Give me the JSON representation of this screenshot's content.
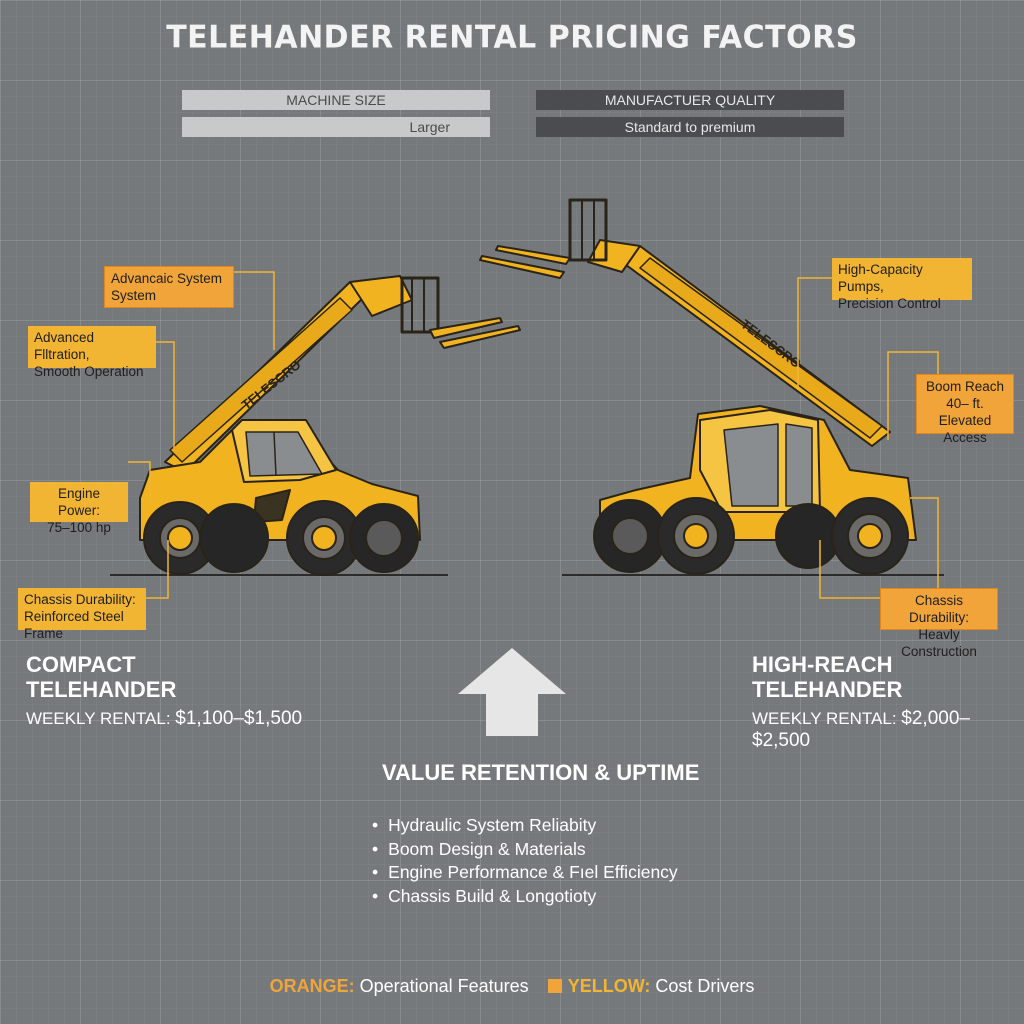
{
  "header": {
    "title": "TELEHANDER RENTAL PRICING FACTORS"
  },
  "bars": {
    "size_label": "MACHINE SIZE",
    "size_value": "Larger",
    "quality_label": "MANUFACTUER QUALITY",
    "quality_value": "Standard to premium"
  },
  "left_callouts": {
    "hydraulic": {
      "line1": "Advancaic System",
      "line2": "System"
    },
    "filtration": {
      "line1": "Advanced Flltration,",
      "line2": "Smooth Operation"
    },
    "engine": {
      "line1": "Engine Power:",
      "line2": "75–100 hp"
    },
    "chassis": {
      "line1": "Chassis Durability:",
      "line2": "Reinforced Steel Frame"
    }
  },
  "right_callouts": {
    "pumps": {
      "line1": "High-Capacity Pumps,",
      "line2": "Precision Control"
    },
    "reach": {
      "line1": "Boom Reach",
      "line2": "40– ft.",
      "line3": "Elevated Access"
    },
    "chassis": {
      "line1": "Chassis Durability:",
      "line2": "Heavly Construction"
    }
  },
  "machines": {
    "compact": {
      "name1": "COMPACT",
      "name2": "TELEHANDER",
      "rental_label": "WEEKLY RENTAL:",
      "price": "$1,100–$1,500",
      "boom_text": "TELESCRO"
    },
    "high_reach": {
      "name1": "HIGH-REACH",
      "name2": "TELEHANDER",
      "rental_label": "WEEKLY RENTAL:",
      "price": "$2,000–$2,500",
      "boom_text": "TELESCRO"
    }
  },
  "value_retention": {
    "title": "VALUE RETENTION & UPTIME",
    "items": [
      "Hydraulic System Reliabity",
      "Boom Design & Materials",
      "Engine Performance & Fıel Efficiency",
      "Chassis Build & Longotioty"
    ]
  },
  "legend": {
    "orange_key": "ORANGE:",
    "orange_text": "Operational Features",
    "yellow_key": "YELLOW:",
    "yellow_text": "Cost Drivers"
  },
  "colors": {
    "background": "#76797c",
    "machine_yellow": "#f2b321",
    "callout_yellow": "#f2b533",
    "callout_orange": "#f0a43a",
    "arrow": "#e6e6e6"
  }
}
